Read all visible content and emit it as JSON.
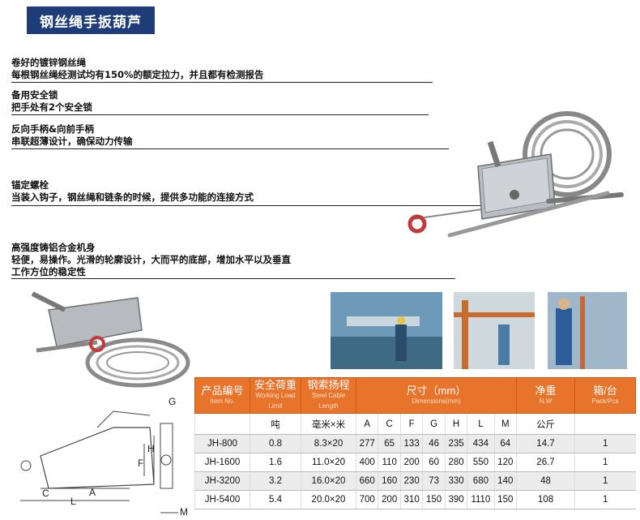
{
  "header": {
    "title": "钢丝绳手扳葫芦"
  },
  "features": [
    {
      "title": "卷好的镀锌钢丝绳",
      "desc": "每根钢丝绳经测试均有150%的额定拉力，并且都有检测报告"
    },
    {
      "title": "备用安全锁",
      "desc": "把手处有2个安全锁"
    },
    {
      "title": "反向手柄&向前手柄",
      "desc": "串联超薄设计，确保动力传输"
    },
    {
      "title": "锚定螺栓",
      "desc": "当装入钩子，钢丝绳和链条的时候，提供多功能的连接方式"
    },
    {
      "title": "高强度铸铝合金机身",
      "desc": "轻便，易操作。光滑的轮廓设计，大而平的底部，增加水平以及垂直",
      "desc2": "工作方位的稳定性"
    }
  ],
  "diagram": {
    "labels": {
      "G": "G",
      "H": "H",
      "F": "F",
      "C": "C",
      "L": "L",
      "A": "A",
      "M": "M"
    }
  },
  "table": {
    "headers": [
      {
        "cn": "产品编号",
        "en": "Item No."
      },
      {
        "cn": "安全荷重",
        "en": "Working Load Limit"
      },
      {
        "cn": "钢索扬程",
        "en": "Steel Cable Length"
      },
      {
        "cn": "尺寸（mm）",
        "en": "Dimensions(mm)"
      },
      {
        "cn": "净重",
        "en": "N.W"
      },
      {
        "cn": "箱/台",
        "en": "Pack/Pcs"
      }
    ],
    "units": {
      "load": "吨",
      "length": "毫米×米",
      "dims": [
        "A",
        "C",
        "F",
        "G",
        "H",
        "L",
        "M"
      ],
      "weight": "公斤"
    },
    "rows": [
      {
        "item": "JH-800",
        "load": "0.8",
        "length": "8.3×20",
        "dims": [
          "277",
          "65",
          "133",
          "46",
          "235",
          "434",
          "64"
        ],
        "weight": "14.7",
        "pack": "1"
      },
      {
        "item": "JH-1600",
        "load": "1.6",
        "length": "11.0×20",
        "dims": [
          "400",
          "110",
          "200",
          "60",
          "280",
          "550",
          "120"
        ],
        "weight": "26.7",
        "pack": "1"
      },
      {
        "item": "JH-3200",
        "load": "3.2",
        "length": "16.0×20",
        "dims": [
          "660",
          "160",
          "230",
          "73",
          "330",
          "680",
          "140"
        ],
        "weight": "48",
        "pack": "1"
      },
      {
        "item": "JH-5400",
        "load": "5.4",
        "length": "20.0×20",
        "dims": [
          "700",
          "200",
          "310",
          "150",
          "390",
          "1110",
          "150"
        ],
        "weight": "108",
        "pack": "1"
      }
    ]
  }
}
